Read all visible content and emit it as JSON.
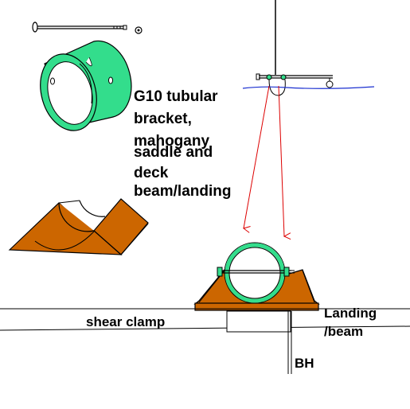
{
  "labels": {
    "title_lines": [
      "G10 tubular",
      "bracket,",
      "mahogany",
      "saddle and",
      "deck",
      "beam/landing"
    ],
    "shear_clamp": "shear clamp",
    "landing_line1": "Landing",
    "landing_line2": "/beam",
    "bh": "BH"
  },
  "colors": {
    "tube_fill": "#33dd8c",
    "saddle_fill": "#cc6600",
    "arrow": "#dd0000",
    "water": "#1a2fd0",
    "outline": "#000000"
  }
}
